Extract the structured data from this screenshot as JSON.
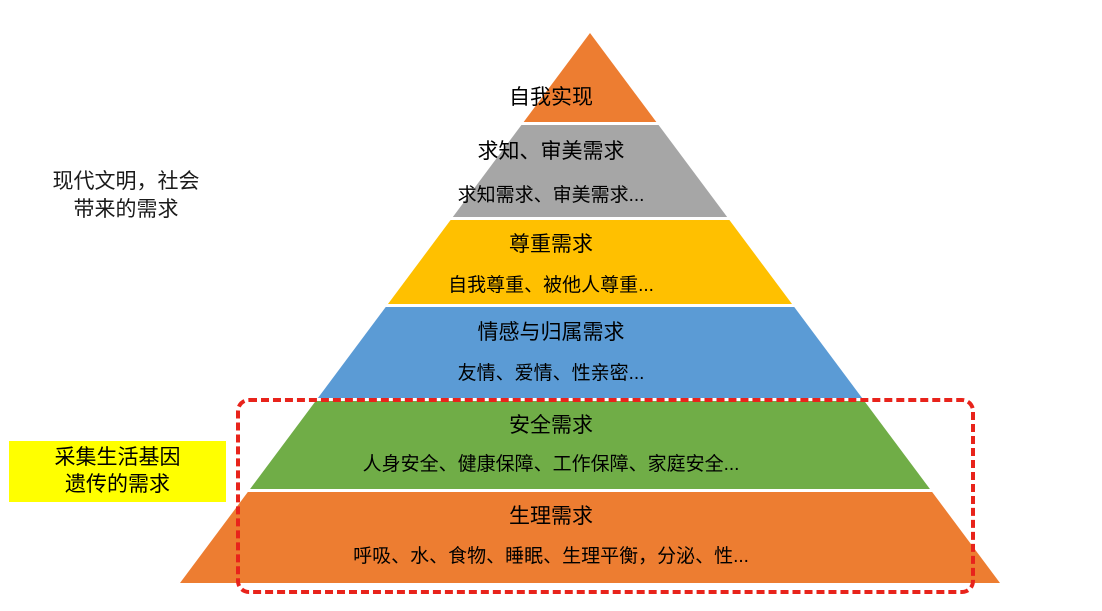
{
  "diagram": {
    "type": "maslow-hierarchy-pyramid",
    "background": "#ffffff",
    "levels": [
      {
        "id": "self-actualization",
        "title": "自我实现",
        "subtitle": "",
        "color": "#ED7D31"
      },
      {
        "id": "cognitive-aesthetic",
        "title": "求知、审美需求",
        "subtitle": "求知需求、审美需求...",
        "color": "#A6A6A6"
      },
      {
        "id": "esteem",
        "title": "尊重需求",
        "subtitle": "自我尊重、被他人尊重...",
        "color": "#FFC000"
      },
      {
        "id": "belonging",
        "title": "情感与归属需求",
        "subtitle": "友情、爱情、性亲密...",
        "color": "#5B9BD5"
      },
      {
        "id": "safety",
        "title": "安全需求",
        "subtitle": "人身安全、健康保障、工作保障、家庭安全...",
        "color": "#70AD47"
      },
      {
        "id": "physiological",
        "title": "生理需求",
        "subtitle": "呼吸、水、食物、睡眠、生理平衡，分泌、性...",
        "color": "#ED7D31"
      }
    ],
    "annotations": {
      "modern": {
        "line1": "现代文明，社会",
        "line2": "带来的需求",
        "color": "#1a1a1a",
        "background": "none"
      },
      "genetic": {
        "line1": "采集生活基因",
        "line2": "遗传的需求",
        "color": "#000000",
        "background": "#ffff00"
      }
    },
    "highlight_box": {
      "style": "dashed",
      "color": "#e8231b",
      "encloses": [
        "safety",
        "physiological"
      ]
    }
  }
}
